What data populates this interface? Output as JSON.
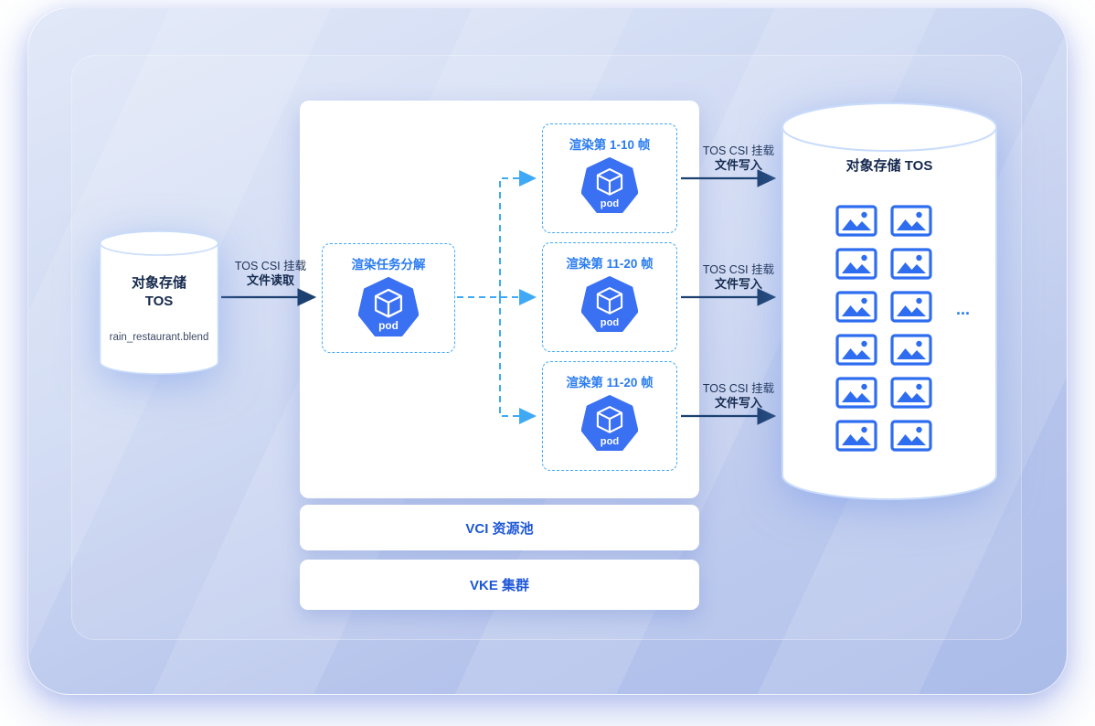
{
  "colors": {
    "accent_blue": "#2f6df0",
    "pod_blue": "#3a70f2",
    "dashed_blue": "#3fa9f5",
    "navy": "#1c4070"
  },
  "left_storage": {
    "title_line1": "对象存储",
    "title_line2": "TOS",
    "filename": "rain_restaurant.blend"
  },
  "read_label": {
    "line1": "TOS CSI 挂载",
    "line2": "文件读取"
  },
  "cluster": {
    "decompose_title": "渲染任务分解",
    "pod_label": "pod",
    "nodes": [
      {
        "title": "渲染第 1-10 帧"
      },
      {
        "title": "渲染第 11-20 帧"
      },
      {
        "title": "渲染第 11-20 帧"
      }
    ],
    "vci_label": "VCI 资源池",
    "vke_label": "VKE 集群"
  },
  "write_labels": [
    {
      "line1": "TOS CSI 挂载",
      "line2": "文件写入"
    },
    {
      "line1": "TOS CSI 挂载",
      "line2": "文件写入"
    },
    {
      "line1": "TOS CSI 挂载",
      "line2": "文件写入"
    }
  ],
  "right_storage": {
    "title": "对象存储 TOS",
    "ellipsis": "...",
    "image_count": 12
  }
}
